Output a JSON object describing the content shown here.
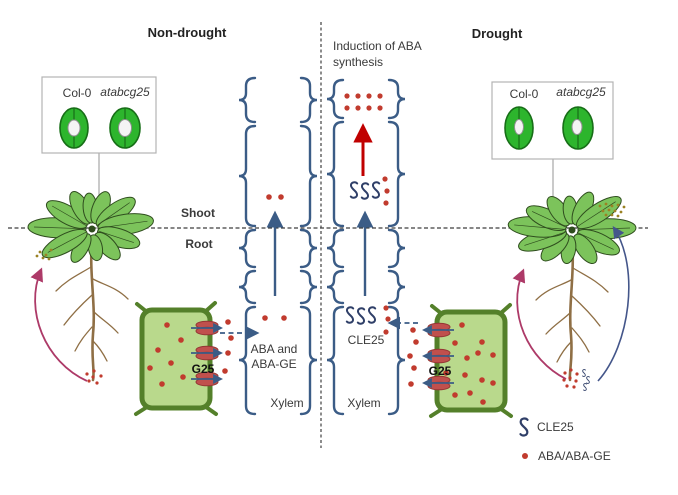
{
  "figure": {
    "titles": {
      "non_drought": "Non-drought",
      "drought": "Drought",
      "induction": "Induction of ABA synthesis"
    },
    "axis": {
      "shoot": "Shoot",
      "root": "Root"
    },
    "stomata_box_left": {
      "wild_type": "Col-0",
      "mutant": "atabcg25"
    },
    "stomata_box_right": {
      "wild_type": "Col-0",
      "mutant": "atabcg25"
    },
    "labels": {
      "aba_transport": "ABA and ABA-GE",
      "cle25": "CLE25",
      "xylem_left": "Xylem",
      "xylem_right": "Xylem",
      "g25_left": "G25",
      "g25_right": "G25"
    },
    "legend": {
      "items": [
        {
          "symbol": "cle25-squiggle",
          "label": "CLE25"
        },
        {
          "symbol": "aba-dot",
          "label": "ABA/ABA-GE"
        }
      ]
    },
    "colors": {
      "blue": "#3b5c86",
      "navy": "#2f3f68",
      "navy2": "#44568a",
      "red": "#c13b2e",
      "darkred": "#c00000",
      "pink": "#ad3a68",
      "cellfill": "#b9d98c",
      "cellstroke": "#54802a",
      "stoma": "#2db52d",
      "stomaedge": "#176e17",
      "leaf": "#7cc35b",
      "leafedge": "#2f4d1e",
      "root": "#8f6f45"
    }
  }
}
